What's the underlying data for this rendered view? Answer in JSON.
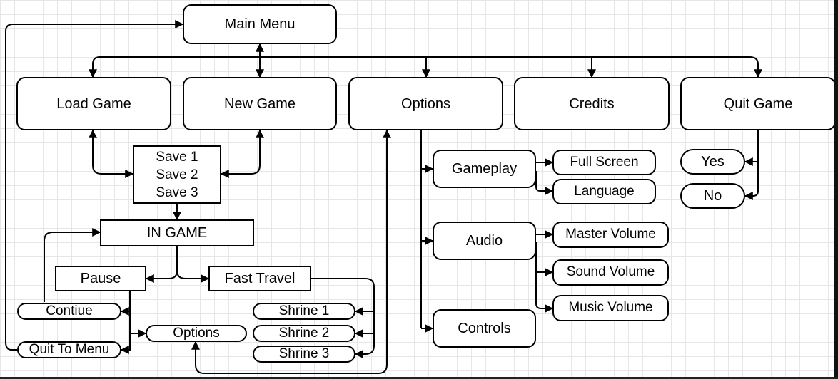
{
  "diagram": {
    "main_menu": "Main Menu",
    "load_game": "Load Game",
    "new_game": "New Game",
    "options": "Options",
    "credits": "Credits",
    "quit_game": "Quit Game",
    "saves": [
      "Save 1",
      "Save 2",
      "Save 3"
    ],
    "in_game": "IN GAME",
    "pause": "Pause",
    "fast_travel": "Fast Travel",
    "continue": "Contiue",
    "quit_to_menu": "Quit To Menu",
    "pause_options": "Options",
    "shrines": [
      "Shrine 1",
      "Shrine 2",
      "Shrine 3"
    ],
    "gameplay": "Gameplay",
    "full_screen": "Full Screen",
    "language": "Language",
    "audio": "Audio",
    "master_volume": "Master Volume",
    "sound_volume": "Sound Volume",
    "music_volume": "Music Volume",
    "controls": "Controls",
    "yes": "Yes",
    "no": "No"
  }
}
